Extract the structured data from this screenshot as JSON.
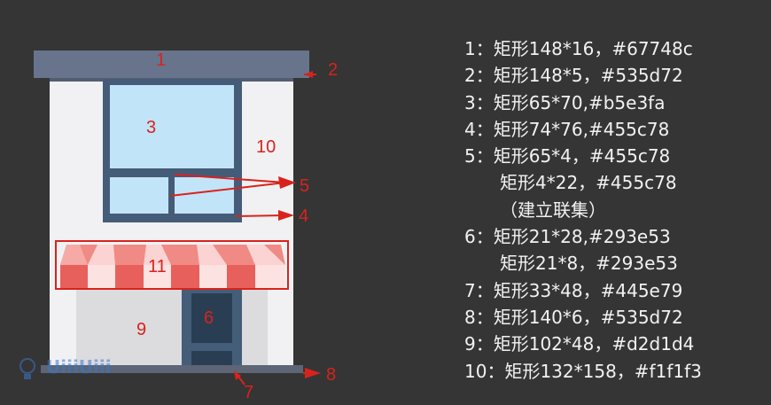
{
  "callouts": [
    "1",
    "2",
    "3",
    "4",
    "5",
    "6",
    "7",
    "8",
    "9",
    "10",
    "11"
  ],
  "legend": {
    "lines": [
      {
        "text": "1：矩形148*16，#67748c",
        "indent": false
      },
      {
        "text": "2：矩形148*5，#535d72",
        "indent": false
      },
      {
        "text": "3：矩形65*70,#b5e3fa",
        "indent": false
      },
      {
        "text": "4：矩形74*76,#455c78",
        "indent": false
      },
      {
        "text": "5：矩形65*4，#455c78",
        "indent": false
      },
      {
        "text": "矩形4*22，#455c78",
        "indent": true
      },
      {
        "text": "（建立联集）",
        "indent": true
      },
      {
        "text": "6：矩形21*28,#293e53",
        "indent": false
      },
      {
        "text": "矩形21*8，#293e53",
        "indent": true
      },
      {
        "text": "7：矩形33*48，#445e79",
        "indent": false
      },
      {
        "text": "8：矩形140*6，#535d72",
        "indent": false
      },
      {
        "text": "9：矩形102*48，#d2d1d4",
        "indent": false
      },
      {
        "text": "10：矩形132*158，#f1f1f3",
        "indent": false
      }
    ]
  },
  "watermark": "UiiiUiii",
  "colors": {
    "background": "#353535",
    "roof": "#67748c",
    "roof_shadow": "#535d72",
    "window_glass": "#b5e3fa",
    "window_frame": "#455c78",
    "door_panel": "#293e53",
    "door": "#445e79",
    "base": "#535d72",
    "shop_wall": "#d2d1d4",
    "wall": "#f1f1f3",
    "awning_red": "#e8605c",
    "awning_light": "#fde2e2",
    "annotation": "#d8231c",
    "legend_text": "#f2f2f2"
  }
}
